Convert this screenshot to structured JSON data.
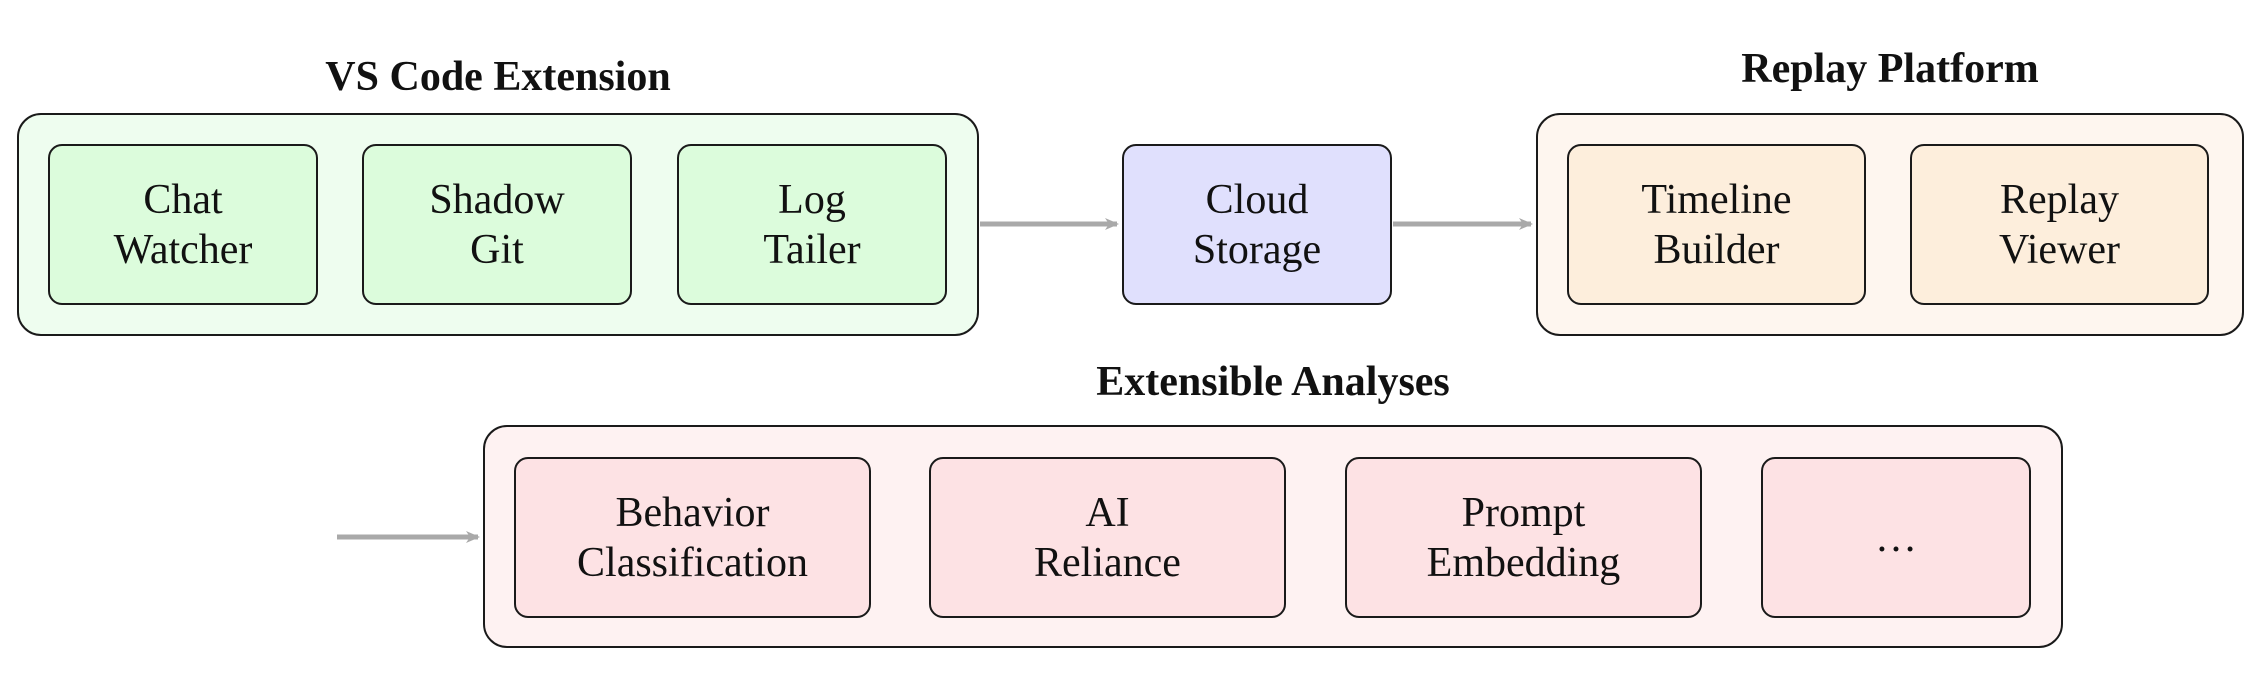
{
  "groups": {
    "vscode": {
      "title": "VS Code Extension",
      "nodes": [
        {
          "line1": "Chat",
          "line2": "Watcher"
        },
        {
          "line1": "Shadow",
          "line2": "Git"
        },
        {
          "line1": "Log",
          "line2": "Tailer"
        }
      ]
    },
    "replay": {
      "title": "Replay Platform",
      "nodes": [
        {
          "line1": "Timeline",
          "line2": "Builder"
        },
        {
          "line1": "Replay",
          "line2": "Viewer"
        }
      ]
    },
    "analyses": {
      "title": "Extensible Analyses",
      "nodes": [
        {
          "line1": "Behavior",
          "line2": "Classification"
        },
        {
          "line1": "AI",
          "line2": "Reliance"
        },
        {
          "line1": "Prompt",
          "line2": "Embedding"
        },
        {
          "line1": "…"
        }
      ]
    }
  },
  "storage": {
    "line1": "Cloud",
    "line2": "Storage"
  },
  "colors": {
    "green_group": "#eefdef",
    "green_node": "#dcfcdc",
    "blue_node": "#e0e0fd",
    "orange_group": "#fef6ef",
    "orange_node": "#fdeedc",
    "pink_group": "#fef2f2",
    "pink_node": "#fde2e4",
    "arrow": "#a9a9a9"
  }
}
